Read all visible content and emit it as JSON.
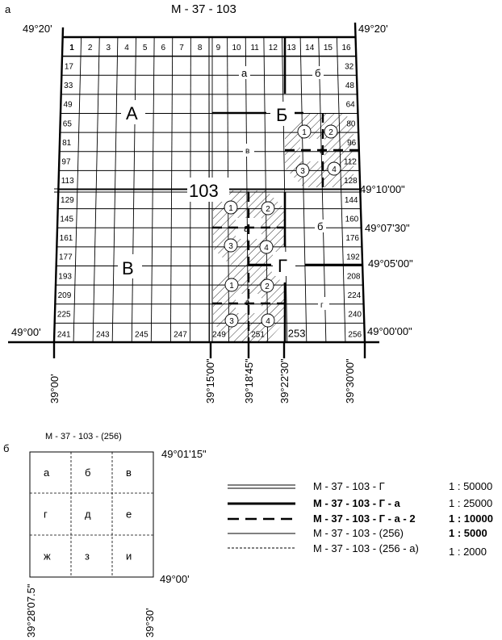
{
  "part_a": {
    "label": "а",
    "title": "М -  37 - 103",
    "corner_tl": "49°20'",
    "corner_tr": "49°20'",
    "corner_bl": "49°00'",
    "right_lat_1": "49°10'00\"",
    "right_lat_2": "49°07'30\"",
    "right_lat_3": "49°05'00\"",
    "right_lat_4": "49°00'00\"",
    "bottom_lon_1": "39°00'",
    "bottom_lon_2": "39°15'00\"",
    "bottom_lon_3": "39°18'45\"",
    "bottom_lon_4": "39°22'30\"",
    "bottom_lon_5": "39°30'00\"",
    "top_numbers": [
      "1",
      "2",
      "3",
      "4",
      "5",
      "6",
      "7",
      "8",
      "9",
      "10",
      "11",
      "12",
      "13",
      "14",
      "15",
      "16"
    ],
    "left_numbers": [
      "17",
      "33",
      "49",
      "65",
      "81",
      "97",
      "113",
      "129",
      "145",
      "161",
      "177",
      "193",
      "209",
      "225"
    ],
    "right_numbers": [
      "32",
      "48",
      "64",
      "80",
      "96",
      "112",
      "128",
      "144",
      "160",
      "176",
      "192",
      "208",
      "224",
      "240"
    ],
    "bottom_numbers": [
      "241",
      "243",
      "245",
      "247",
      "249",
      "251",
      "253",
      "256"
    ],
    "quad_A": "А",
    "quad_B": "Б",
    "quad_V": "В",
    "quad_G": "Г",
    "center_number": "103",
    "sub_a": "а",
    "sub_b": "б",
    "sub_v": "в",
    "sub_g": "г",
    "circ_1": "1",
    "circ_2": "2",
    "circ_3": "3",
    "circ_4": "4"
  },
  "part_b": {
    "label": "б",
    "title": "М - 37 - 103 - (256)",
    "corner_tr": "49°01'15\"",
    "corner_br": "49°00'",
    "lon_left": "39°28'07.5\"",
    "lon_right": "39°30'",
    "cells": [
      "а",
      "б",
      "в",
      "г",
      "д",
      "е",
      "ж",
      "з",
      "и"
    ]
  },
  "legend": [
    {
      "name": "М - 37 -  103 - Г",
      "scale": "1 : 50000"
    },
    {
      "name": "М - 37 - 103 - Г - а",
      "scale": "1 : 25000"
    },
    {
      "name": "М - 37 - 103 - Г - а - 2",
      "scale": "1 : 10000"
    },
    {
      "name": "М - 37 - 103 - (256)",
      "scale": "1 : 5000"
    },
    {
      "name": "М - 37 - 103 - (256 - а)",
      "scale": "1 : 2000"
    }
  ]
}
